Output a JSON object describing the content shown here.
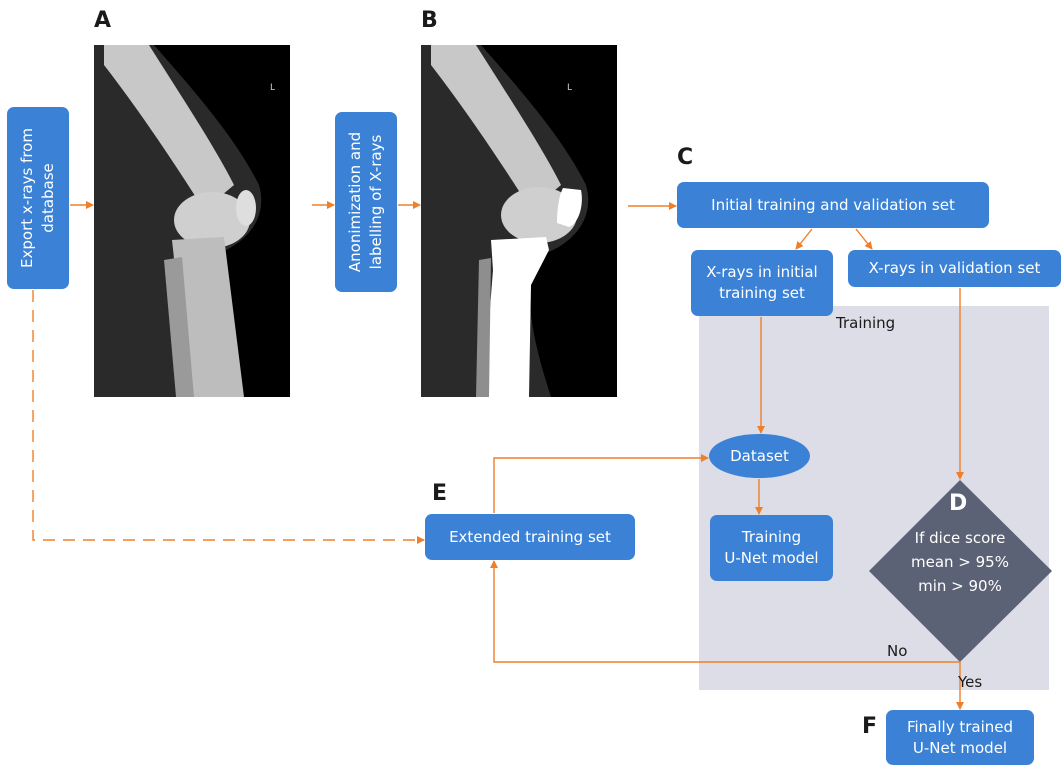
{
  "panels": {
    "a": "A",
    "b": "B",
    "c": "C",
    "d": "D",
    "e": "E",
    "f": "F"
  },
  "boxes": {
    "export_line1": "Export x-rays from",
    "export_line2": "database",
    "anon_line1": "Anonimization and",
    "anon_line2": "labelling of X-rays",
    "initial_set": "Initial training and validation set",
    "xrays_initial_line1": "X-rays in initial",
    "xrays_initial_line2": "training set",
    "xrays_validation": "X-rays in validation set",
    "dataset": "Dataset",
    "training_line1": "Training",
    "training_line2": "U-Net model",
    "extended": "Extended training set",
    "final_line1": "Finally trained",
    "final_line2": "U-Net model"
  },
  "decision": {
    "line1": "If dice score",
    "line2": "mean > 95%",
    "line3": "min > 90%"
  },
  "labels": {
    "training_region": "Training",
    "no": "No",
    "yes": "Yes",
    "xray_marker": "L"
  },
  "colors": {
    "box": "#3b82d6",
    "arrow": "#f07f2a",
    "region": "#dcdde6",
    "diamond": "#5c6275"
  }
}
